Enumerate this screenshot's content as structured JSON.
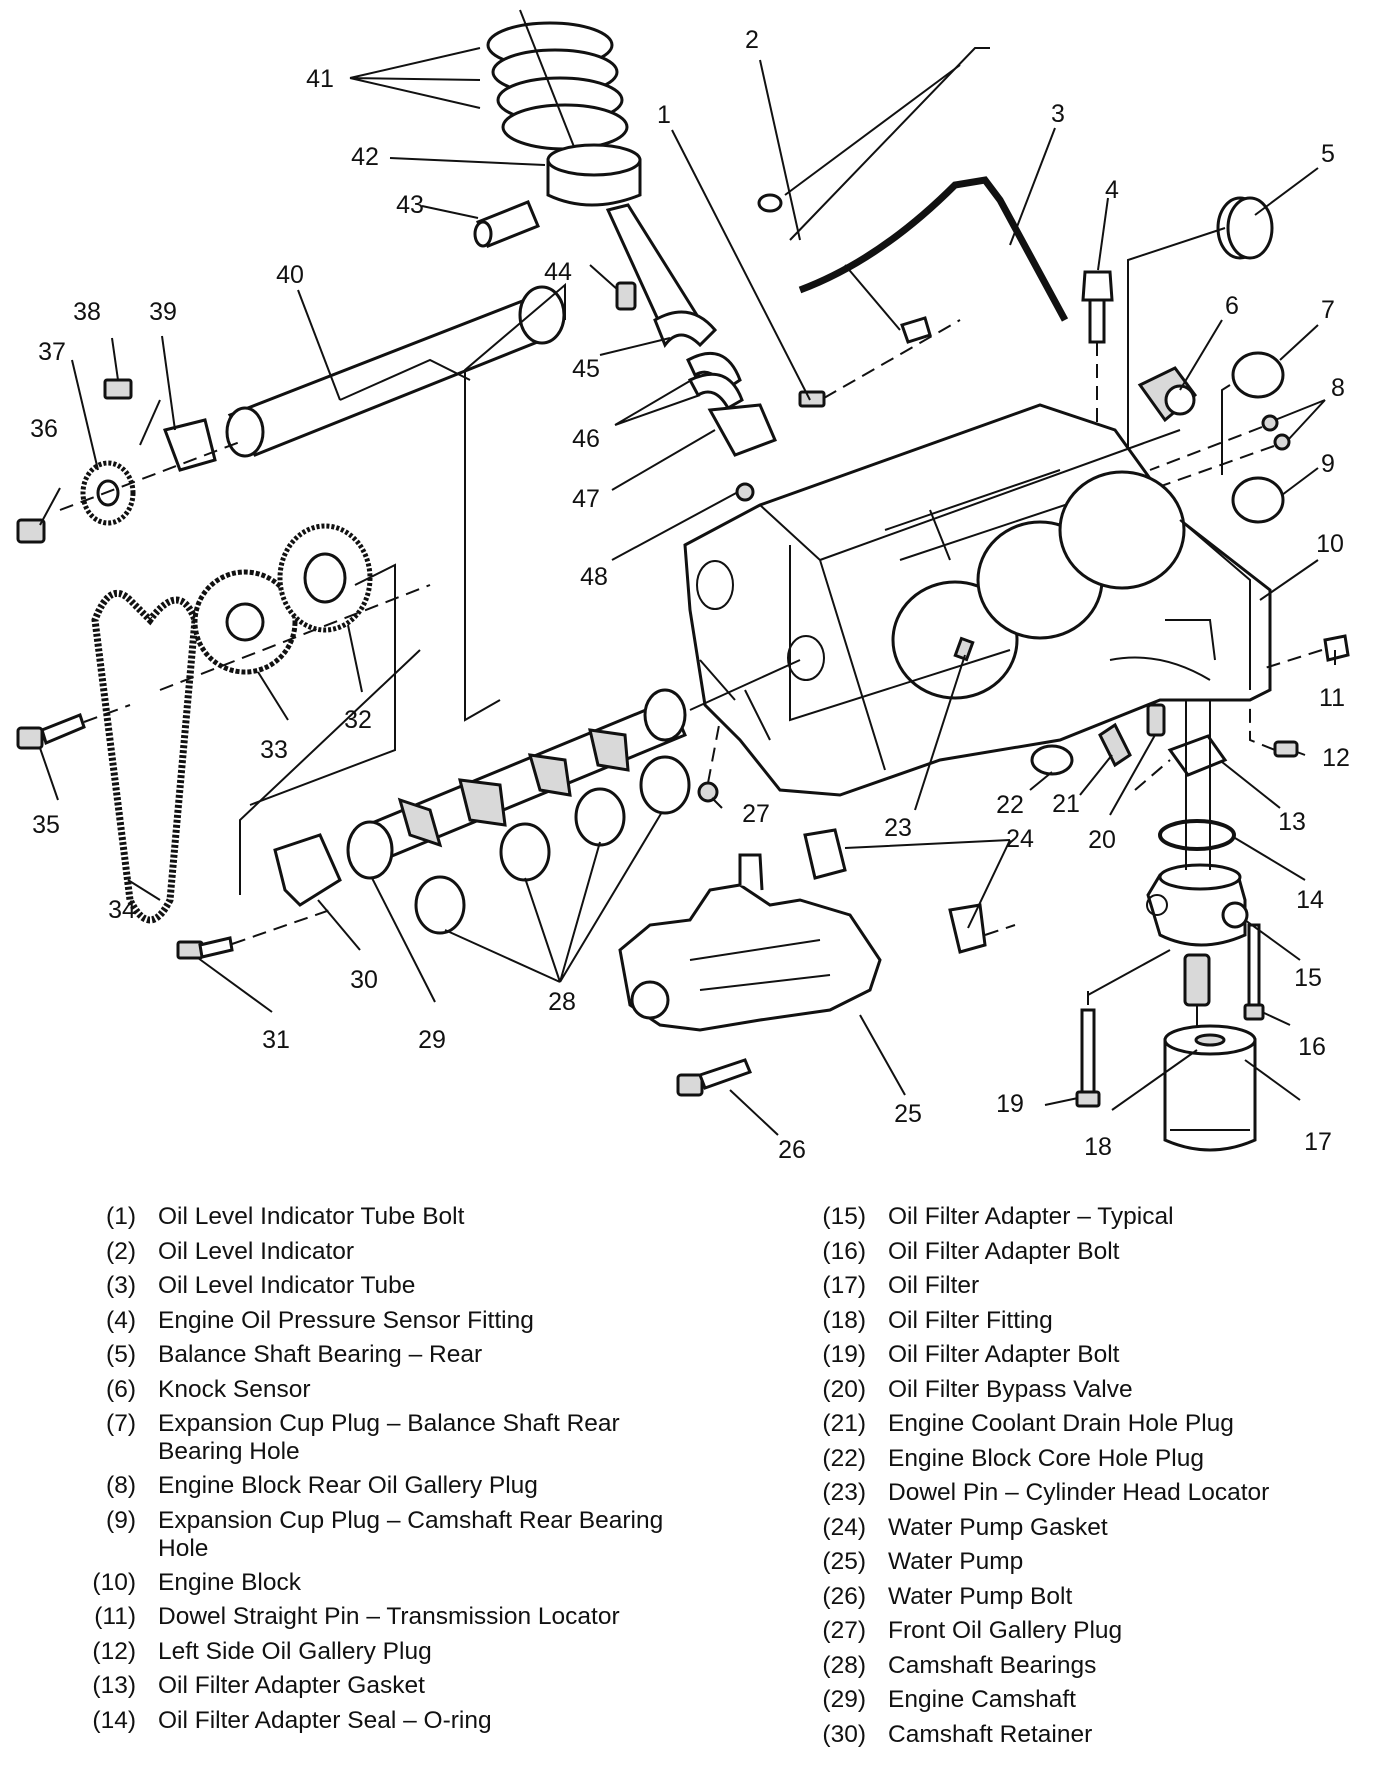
{
  "callouts": [
    "1",
    "2",
    "3",
    "4",
    "5",
    "6",
    "7",
    "8",
    "9",
    "10",
    "11",
    "12",
    "13",
    "14",
    "15",
    "16",
    "17",
    "18",
    "19",
    "20",
    "21",
    "22",
    "23",
    "24",
    "25",
    "26",
    "27",
    "28",
    "29",
    "30",
    "31",
    "32",
    "33",
    "34",
    "35",
    "36",
    "37",
    "38",
    "39",
    "40",
    "41",
    "42",
    "43",
    "44",
    "45",
    "46",
    "47",
    "48"
  ],
  "legend": [
    {
      "num": "(1)",
      "label": "Oil Level Indicator Tube Bolt"
    },
    {
      "num": "(2)",
      "label": "Oil Level Indicator"
    },
    {
      "num": "(3)",
      "label": "Oil Level Indicator Tube"
    },
    {
      "num": "(4)",
      "label": "Engine Oil Pressure Sensor Fitting"
    },
    {
      "num": "(5)",
      "label": "Balance Shaft Bearing – Rear"
    },
    {
      "num": "(6)",
      "label": "Knock Sensor"
    },
    {
      "num": "(7)",
      "label": "Expansion Cup Plug – Balance Shaft Rear Bearing Hole"
    },
    {
      "num": "(8)",
      "label": "Engine Block Rear Oil Gallery Plug"
    },
    {
      "num": "(9)",
      "label": "Expansion Cup Plug – Camshaft Rear Bearing Hole"
    },
    {
      "num": "(10)",
      "label": "Engine Block"
    },
    {
      "num": "(11)",
      "label": "Dowel Straight Pin – Transmission Locator"
    },
    {
      "num": "(12)",
      "label": "Left Side Oil Gallery Plug"
    },
    {
      "num": "(13)",
      "label": "Oil Filter Adapter Gasket"
    },
    {
      "num": "(14)",
      "label": "Oil Filter Adapter Seal – O-ring"
    },
    {
      "num": "(15)",
      "label": "Oil Filter Adapter – Typical"
    },
    {
      "num": "(16)",
      "label": "Oil Filter Adapter Bolt"
    },
    {
      "num": "(17)",
      "label": "Oil Filter"
    },
    {
      "num": "(18)",
      "label": "Oil Filter Fitting"
    },
    {
      "num": "(19)",
      "label": "Oil Filter Adapter Bolt"
    },
    {
      "num": "(20)",
      "label": "Oil Filter Bypass Valve"
    },
    {
      "num": "(21)",
      "label": "Engine Coolant Drain Hole Plug"
    },
    {
      "num": "(22)",
      "label": "Engine Block Core Hole Plug"
    },
    {
      "num": "(23)",
      "label": "Dowel Pin – Cylinder Head Locator"
    },
    {
      "num": "(24)",
      "label": "Water Pump Gasket"
    },
    {
      "num": "(25)",
      "label": "Water Pump"
    },
    {
      "num": "(26)",
      "label": "Water Pump Bolt"
    },
    {
      "num": "(27)",
      "label": "Front Oil Gallery Plug"
    },
    {
      "num": "(28)",
      "label": "Camshaft Bearings"
    },
    {
      "num": "(29)",
      "label": "Engine Camshaft"
    },
    {
      "num": "(30)",
      "label": "Camshaft Retainer"
    }
  ]
}
